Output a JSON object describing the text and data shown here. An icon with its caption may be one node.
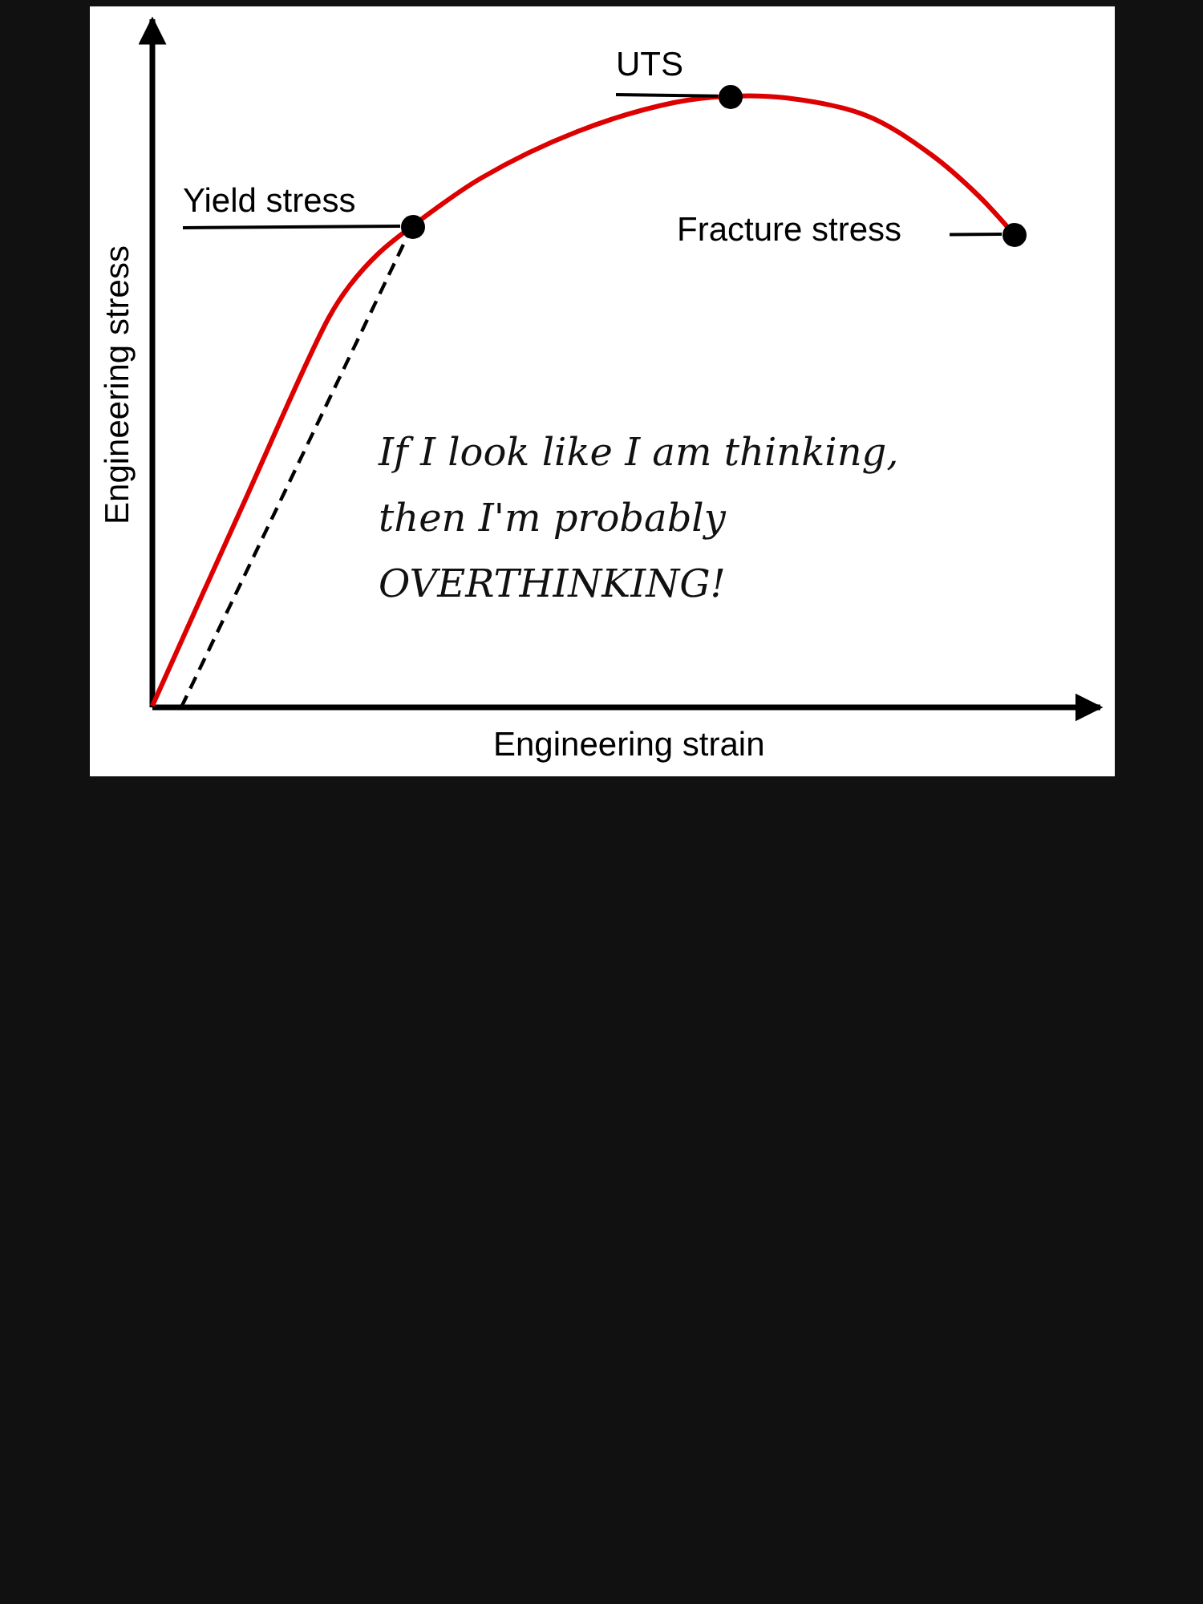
{
  "diagram": {
    "nodes": [
      {
        "text": [
          "UTS"
        ]
      },
      {
        "text": [],
        "shape": "circle"
      },
      {
        "text": [
          "Yield stress"
        ]
      },
      {
        "text": [],
        "shape": "circle"
      },
      {
        "text": [
          "Fracture stress"
        ]
      },
      {
        "text": [],
        "shape": "circle"
      }
    ],
    "edges": [
      {
        "from": 0,
        "to": 1,
        "arrow": "none"
      },
      {
        "from": 2,
        "to": 3,
        "arrow": "none"
      },
      {
        "from": 4,
        "to": 5,
        "arrow": "none"
      }
    ],
    "labels": [
      "If I look like I am thinking, then I'm probably OVERTHINKING!",
      "Engineering stress",
      "Engineering strain"
    ]
  }
}
